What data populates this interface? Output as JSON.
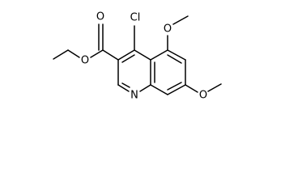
{
  "structure": {
    "atoms": {
      "chlorine": "Cl",
      "ester_carbonyl_oxygen": "O",
      "ester_ether_oxygen": "O",
      "methoxy_oxygen_top": "O",
      "methoxy_oxygen_right": "O",
      "ring_nitrogen": "N"
    }
  },
  "colors": {
    "bond": "#000000",
    "label": "#000000",
    "background": "#ffffff"
  }
}
